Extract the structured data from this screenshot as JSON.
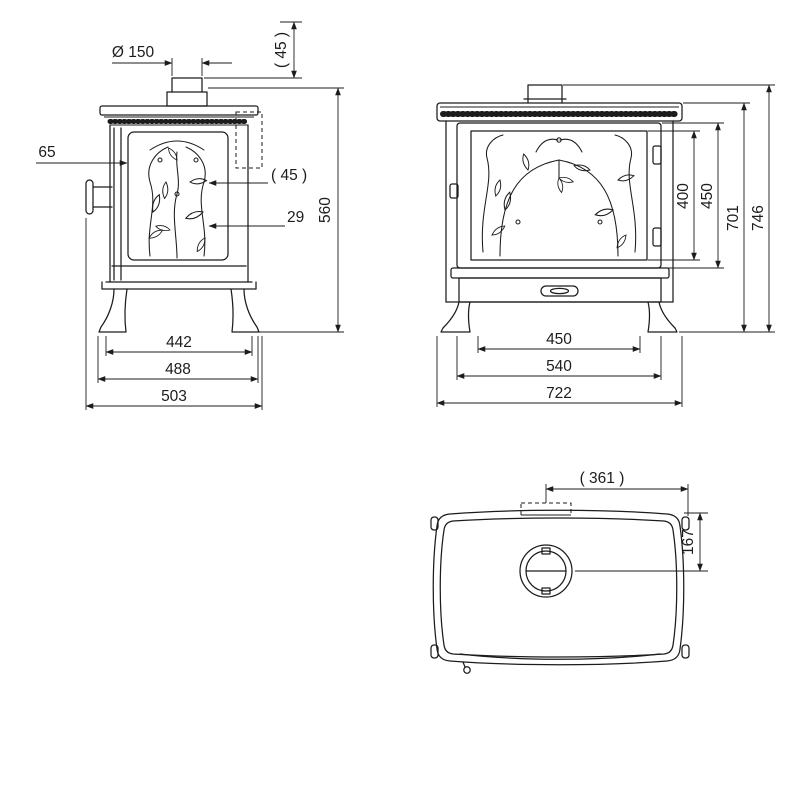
{
  "drawing_title": "stove-dimension-drawing",
  "side_view": {
    "dim_flue_diameter": "Ø 150",
    "dim_flue_top_clearance": "( 45 )",
    "dim_handle": "65",
    "dim_rear_clearance": "( 45 )",
    "dim_glass_inset": "29",
    "dim_height": "560",
    "dim_depth_1": "442",
    "dim_depth_2": "488",
    "dim_depth_3": "503"
  },
  "front_view": {
    "dim_glass_height": "400",
    "dim_door_height": "450",
    "dim_body_height": "701",
    "dim_total_height": "746",
    "dim_glass_width": "450",
    "dim_door_width": "540",
    "dim_total_width": "722"
  },
  "top_view": {
    "dim_flue_offset": "( 361 )",
    "dim_flue_depth": "167"
  }
}
